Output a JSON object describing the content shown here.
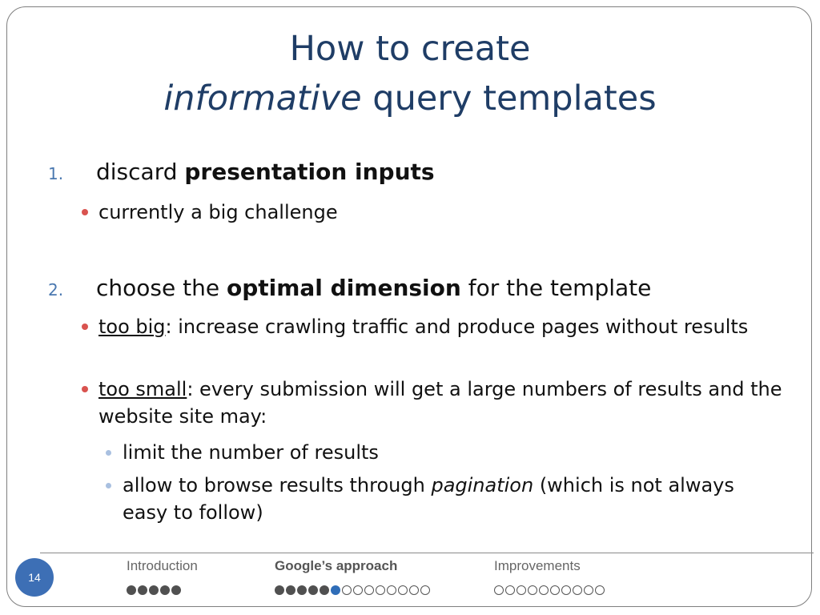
{
  "title": {
    "line1": "How to create",
    "line2_italic": "informative",
    "line2_rest": " query templates"
  },
  "items": [
    {
      "number": "1.",
      "text_plain": "discard ",
      "text_bold": "presentation inputs",
      "sub": [
        "currently a big challenge"
      ]
    },
    {
      "number": "2.",
      "text_plain": "choose the ",
      "text_bold": "optimal dimension",
      "text_after": " for the template",
      "sub": [
        {
          "term": "too big",
          "rest": ": increase crawling traffic and produce pages without results"
        },
        {
          "term": "too small",
          "rest": ": every submission will get a large numbers of results and the website site may:"
        }
      ],
      "subsub": [
        {
          "text": "limit the number of results"
        },
        {
          "text_before": "allow to browse results through ",
          "text_italic": "pagination",
          "text_after": " (which is not always easy to follow)"
        }
      ]
    }
  ],
  "footer": {
    "page_number": "14",
    "sections": [
      {
        "label": "Introduction",
        "dots": [
          "filled",
          "filled",
          "filled",
          "filled",
          "filled"
        ]
      },
      {
        "label": "Google’s approach",
        "dots": [
          "filled",
          "filled",
          "filled",
          "filled",
          "filled",
          "current",
          "empty",
          "empty",
          "empty",
          "empty",
          "empty",
          "empty",
          "empty",
          "empty"
        ]
      },
      {
        "label": "Improvements",
        "dots": [
          "empty",
          "empty",
          "empty",
          "empty",
          "empty",
          "empty",
          "empty",
          "empty",
          "empty",
          "empty"
        ]
      }
    ]
  },
  "colors": {
    "title": "#1f3d66",
    "number": "#4a78b0",
    "bullet_lvl2": "#d9534f",
    "bullet_lvl3": "#a9c0e0",
    "page_circle": "#3d6fb5",
    "current_dot": "#2f6db8"
  }
}
